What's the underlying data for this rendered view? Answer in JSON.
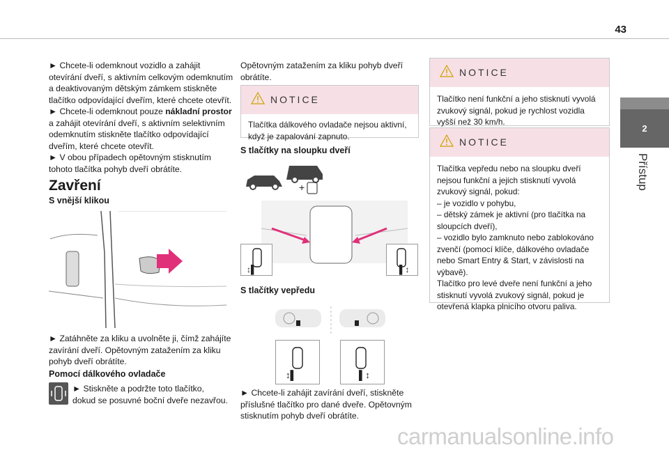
{
  "page": {
    "number": "43"
  },
  "sidebar": {
    "chapter_number": "2",
    "chapter_title": "Přístup"
  },
  "col1": {
    "intro_lines": [
      "► Chcete-li odemknout vozidlo a zahájit",
      "otevírání dveří, s aktivním celkovým odemknutím",
      "a deaktivovaným dětským zámkem stiskněte",
      "tlačítko odpovídající dveřím, které chcete otevřít.",
      "► Chcete-li odemknout pouze ",
      "nákladní prostor",
      "a zahájit otevírání dveří, s aktivním selektivním",
      "odemknutím stiskněte tlačítko odpovídající",
      "dveřím, které chcete otevřít.",
      "► V obou případech opětovným stisknutím",
      "tohoto tlačítka pohyb dveří obrátíte."
    ],
    "heading": "Zavření",
    "subheading_handle": "S vnější klikou",
    "handle_text": [
      "► Zatáhněte za kliku a uvolněte ji, čímž zahájíte",
      "zavírání dveří. Opětovným zatažením za kliku",
      "pohyb dveří obrátíte."
    ],
    "subheading_remote": "Pomocí dálkového ovladače",
    "remote_text": [
      "► Stiskněte a podržte toto tlačítko,",
      "dokud se posuvné boční dveře nezavřou."
    ]
  },
  "col2": {
    "intro": [
      "Opětovným zatažením za kliku pohyb dveří",
      "obrátíte."
    ],
    "notice_title": "NOTICE",
    "notice_text": [
      "Tlačítka dálkového ovladače nejsou aktivní,",
      "když je zapalování zapnuto."
    ],
    "subheading_pillar": "S tlačítky na sloupku dveří",
    "subheading_front": "S tlačítky vepředu",
    "front_text": [
      "► Chcete-li zahájit zavírání dveří, stiskněte",
      "příslušné tlačítko pro dané dveře. Opětovným",
      "stisknutím pohyb dveří obrátíte."
    ]
  },
  "col3": {
    "notice1_title": "NOTICE",
    "notice1_text": [
      "Tlačítko není funkční a jeho stisknutí vyvolá",
      "zvukový signál, pokud je rychlost vozidla",
      "vyšší než 30 km/h."
    ],
    "notice2_title": "NOTICE",
    "notice2_text": [
      "Tlačítka vepředu nebo na sloupku dveří",
      "nejsou funkční a jejich stisknutí vyvolá",
      "zvukový signál, pokud:",
      "– je vozidlo v pohybu,",
      "– dětský zámek je aktivní (pro tlačítka na",
      "sloupcích dveří),",
      "– vozidlo bylo zamknuto nebo zablokováno",
      "zvenčí (pomocí klíče, dálkového ovladače",
      "nebo Smart Entry & Start, v závislosti na",
      "výbavě).",
      "Tlačítko pro levé dveře není funkční a jeho",
      "stisknutí vyvolá zvukový signál, pokud je",
      "otevřená klapka plnicího otvoru paliva."
    ]
  },
  "watermark": "carmanualsonline.info",
  "colors": {
    "notice_header": "#f6e0e6",
    "arrow": "#e0307a",
    "sidebar_tab": "#666666"
  }
}
